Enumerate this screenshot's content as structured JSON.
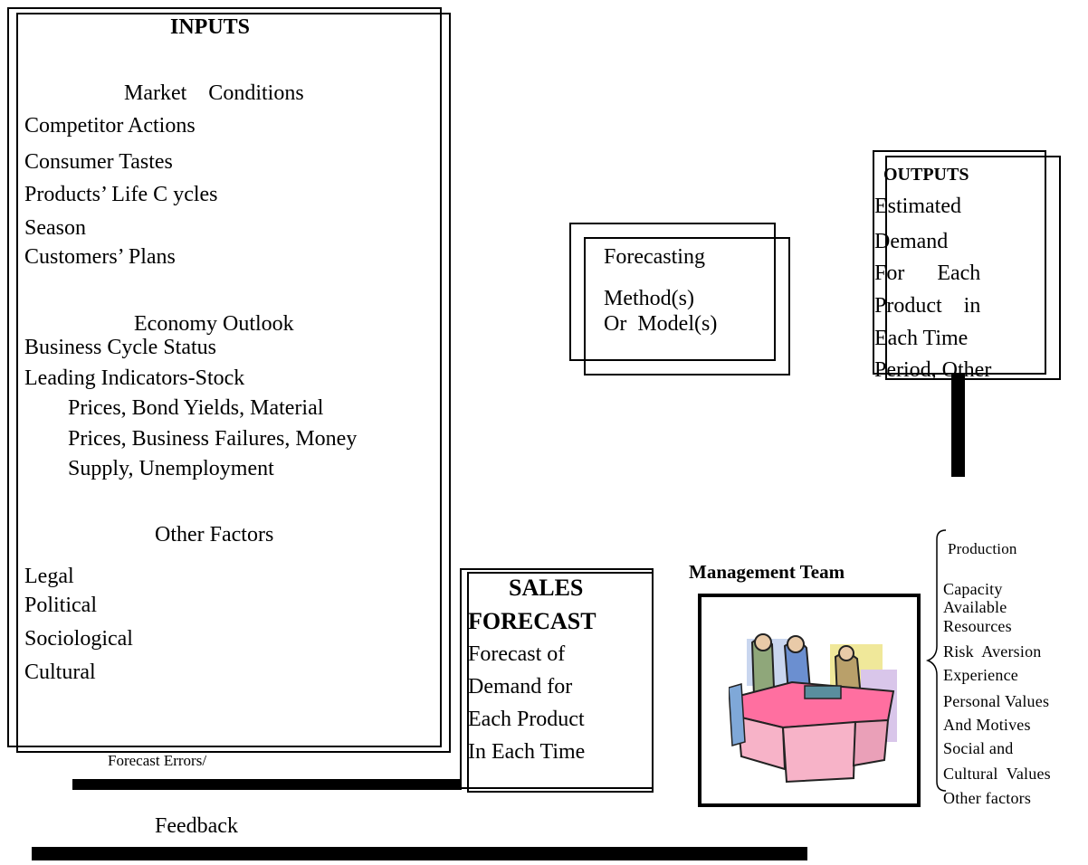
{
  "inputs": {
    "title": "INPUTS",
    "market": {
      "heading": "Market    Conditions",
      "items": [
        "Competitor Actions",
        "Consumer Tastes",
        "Products’ Life C ycles",
        "Season",
        "Customers’ Plans"
      ]
    },
    "economy": {
      "heading": "Economy Outlook",
      "items": [
        "Business Cycle Status",
        "Leading Indicators-Stock",
        "Prices, Bond Yields, Material",
        "Prices, Business Failures, Money",
        "Supply, Unemployment"
      ]
    },
    "other": {
      "heading": "Other Factors",
      "items": [
        "Legal",
        "Political",
        "Sociological",
        "Cultural"
      ]
    }
  },
  "method": {
    "lines": [
      "Forecasting",
      "Method(s)",
      "Or  Model(s)"
    ]
  },
  "outputs": {
    "title": "OUTPUTS",
    "lines": [
      "Estimated",
      "Demand",
      "For      Each",
      "Product    in",
      "Each Time",
      "Period, Other"
    ]
  },
  "sales": {
    "title_1": "SALES",
    "title_2": "FORECAST",
    "lines": [
      "Forecast of",
      "Demand for",
      "Each Product",
      "In Each Time"
    ]
  },
  "management": {
    "title": "Management Team",
    "factors": [
      "Production",
      "Capacity",
      "Available",
      "Resources",
      "Risk  Aversion",
      "Experience",
      "Personal Values",
      "And Motives",
      "Social and",
      "Cultural  Values",
      "Other factors"
    ]
  },
  "feedback": {
    "errors": "Forecast Errors/",
    "label": "Feedback"
  }
}
